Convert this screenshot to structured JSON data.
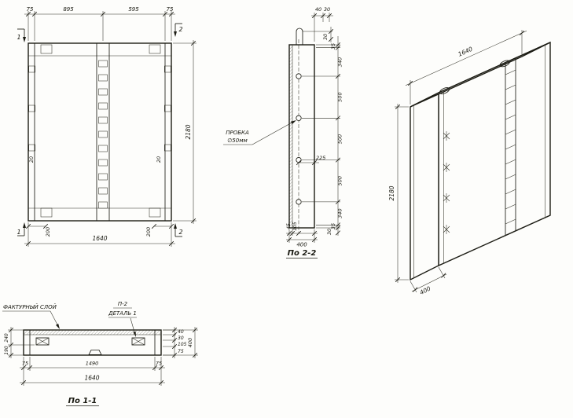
{
  "drawing": {
    "front": {
      "cut_mark_1": "1",
      "cut_mark_2": "2",
      "dim_top_75_left": "75",
      "dim_top_895": "895",
      "dim_top_595": "595",
      "dim_top_75_right": "75",
      "dim_height": "2180",
      "dim_width": "1640",
      "dim_200_left": "200",
      "dim_200_right": "200",
      "dim_20_left": "20",
      "dim_20_right": "20"
    },
    "section2": {
      "title": "По 2-2",
      "dim_40": "40",
      "dim_30_top": "30",
      "dim_30_vert": "30",
      "dim_35_top": "35",
      "dim_340_top": "340",
      "dim_500_1": "500",
      "dim_500_2": "500",
      "dim_500_3": "500",
      "dim_340_bottom": "340",
      "dim_35_bottom": "35",
      "dim_30_bottom": "30",
      "dim_225": "225",
      "dim_45": "45",
      "dim_105": "105",
      "dim_400": "400",
      "plug_label_line1": "ПРОБКА",
      "plug_label_line2": "∅50мм"
    },
    "iso": {
      "dim_width": "1640",
      "dim_height": "2180",
      "dim_depth": "400"
    },
    "section1": {
      "title": "По 1-1",
      "label_facing_layer": "ФАКТУРНЫЙ СЛОЙ",
      "label_p2": "П-2",
      "label_detail": "ДЕТАЛЬ 1",
      "dim_240": "240",
      "dim_190": "190",
      "dim_40": "40",
      "dim_30": "30",
      "dim_105": "105",
      "dim_75_side": "75",
      "dim_400": "400",
      "dim_bottom_75_left": "75",
      "dim_bottom_1490": "1490",
      "dim_bottom_75_right": "75",
      "dim_bottom_1640": "1640"
    }
  }
}
